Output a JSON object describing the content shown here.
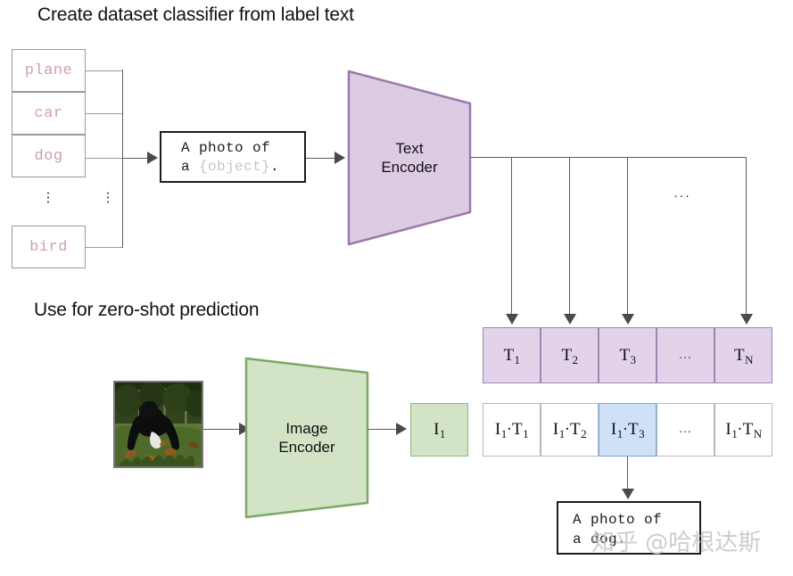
{
  "headings": {
    "top": "Create dataset classifier from label text",
    "bottom": "Use for zero-shot prediction"
  },
  "labels": {
    "items": [
      "plane",
      "car",
      "dog",
      "bird"
    ],
    "vdots": "⋮"
  },
  "prompt": {
    "line1": "A photo of",
    "line2_prefix": "a ",
    "line2_slot": "{object}",
    "line2_suffix": "."
  },
  "encoders": {
    "text": {
      "line1": "Text",
      "line2": "Encoder",
      "fill": "#ddcbe4",
      "stroke": "#9b79ae"
    },
    "image": {
      "line1": "Image",
      "line2": "Encoder",
      "fill": "#d3e4c6",
      "stroke": "#7ba866"
    }
  },
  "text_vectors": {
    "cells": [
      "T₁",
      "T₂",
      "T₃",
      "…",
      "Tₙ"
    ],
    "labels": [
      {
        "base": "T",
        "sub": "1"
      },
      {
        "base": "T",
        "sub": "2"
      },
      {
        "base": "T",
        "sub": "3"
      },
      {
        "base": "...",
        "sub": ""
      },
      {
        "base": "T",
        "sub": "N"
      }
    ],
    "fill": "#e3d3ea",
    "stroke": "#9f86b0"
  },
  "image_vector": {
    "base": "I",
    "sub": "1",
    "fill": "#d3e4c6",
    "stroke": "#8fb57c"
  },
  "similarity_row": {
    "labels": [
      {
        "base": "I",
        "sub": "1",
        "op": "·",
        "base2": "T",
        "sub2": "1"
      },
      {
        "base": "I",
        "sub": "1",
        "op": "·",
        "base2": "T",
        "sub2": "2"
      },
      {
        "base": "I",
        "sub": "1",
        "op": "·",
        "base2": "T",
        "sub2": "3"
      },
      {
        "base": "...",
        "sub": "",
        "op": "",
        "base2": "",
        "sub2": ""
      },
      {
        "base": "I",
        "sub": "1",
        "op": "·",
        "base2": "T",
        "sub2": "N"
      }
    ],
    "highlight_index": 2,
    "highlight_fill": "#cfe1f6",
    "highlight_stroke": "#7aa8d8"
  },
  "ellipsis_top": "···",
  "output": {
    "line1": "A photo of",
    "line2": "a dog."
  },
  "watermark": "知乎 @哈根达斯",
  "photo": {
    "alt_description": "black dog standing in grass with autumn leaves and trees"
  }
}
